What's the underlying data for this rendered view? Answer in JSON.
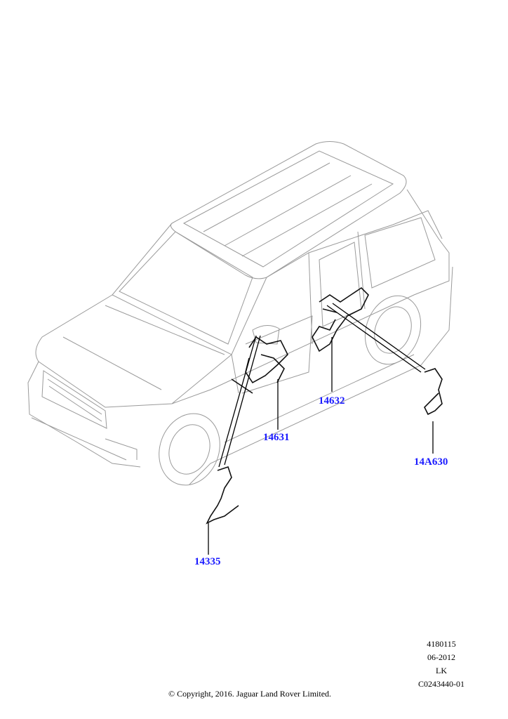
{
  "callouts": [
    {
      "id": "14631",
      "label": "14631"
    },
    {
      "id": "14632",
      "label": "14632"
    },
    {
      "id": "14A630",
      "label": "14A630"
    },
    {
      "id": "14335",
      "label": "14335"
    }
  ],
  "reference": {
    "number": "4180115",
    "date": "06-2012",
    "initials": "LK",
    "code": "C0243440-01"
  },
  "copyright": "© Copyright, 2016. Jaguar Land Rover Limited.",
  "colors": {
    "callout": "#1a1aff",
    "line": "#999999",
    "harness": "#111111"
  }
}
